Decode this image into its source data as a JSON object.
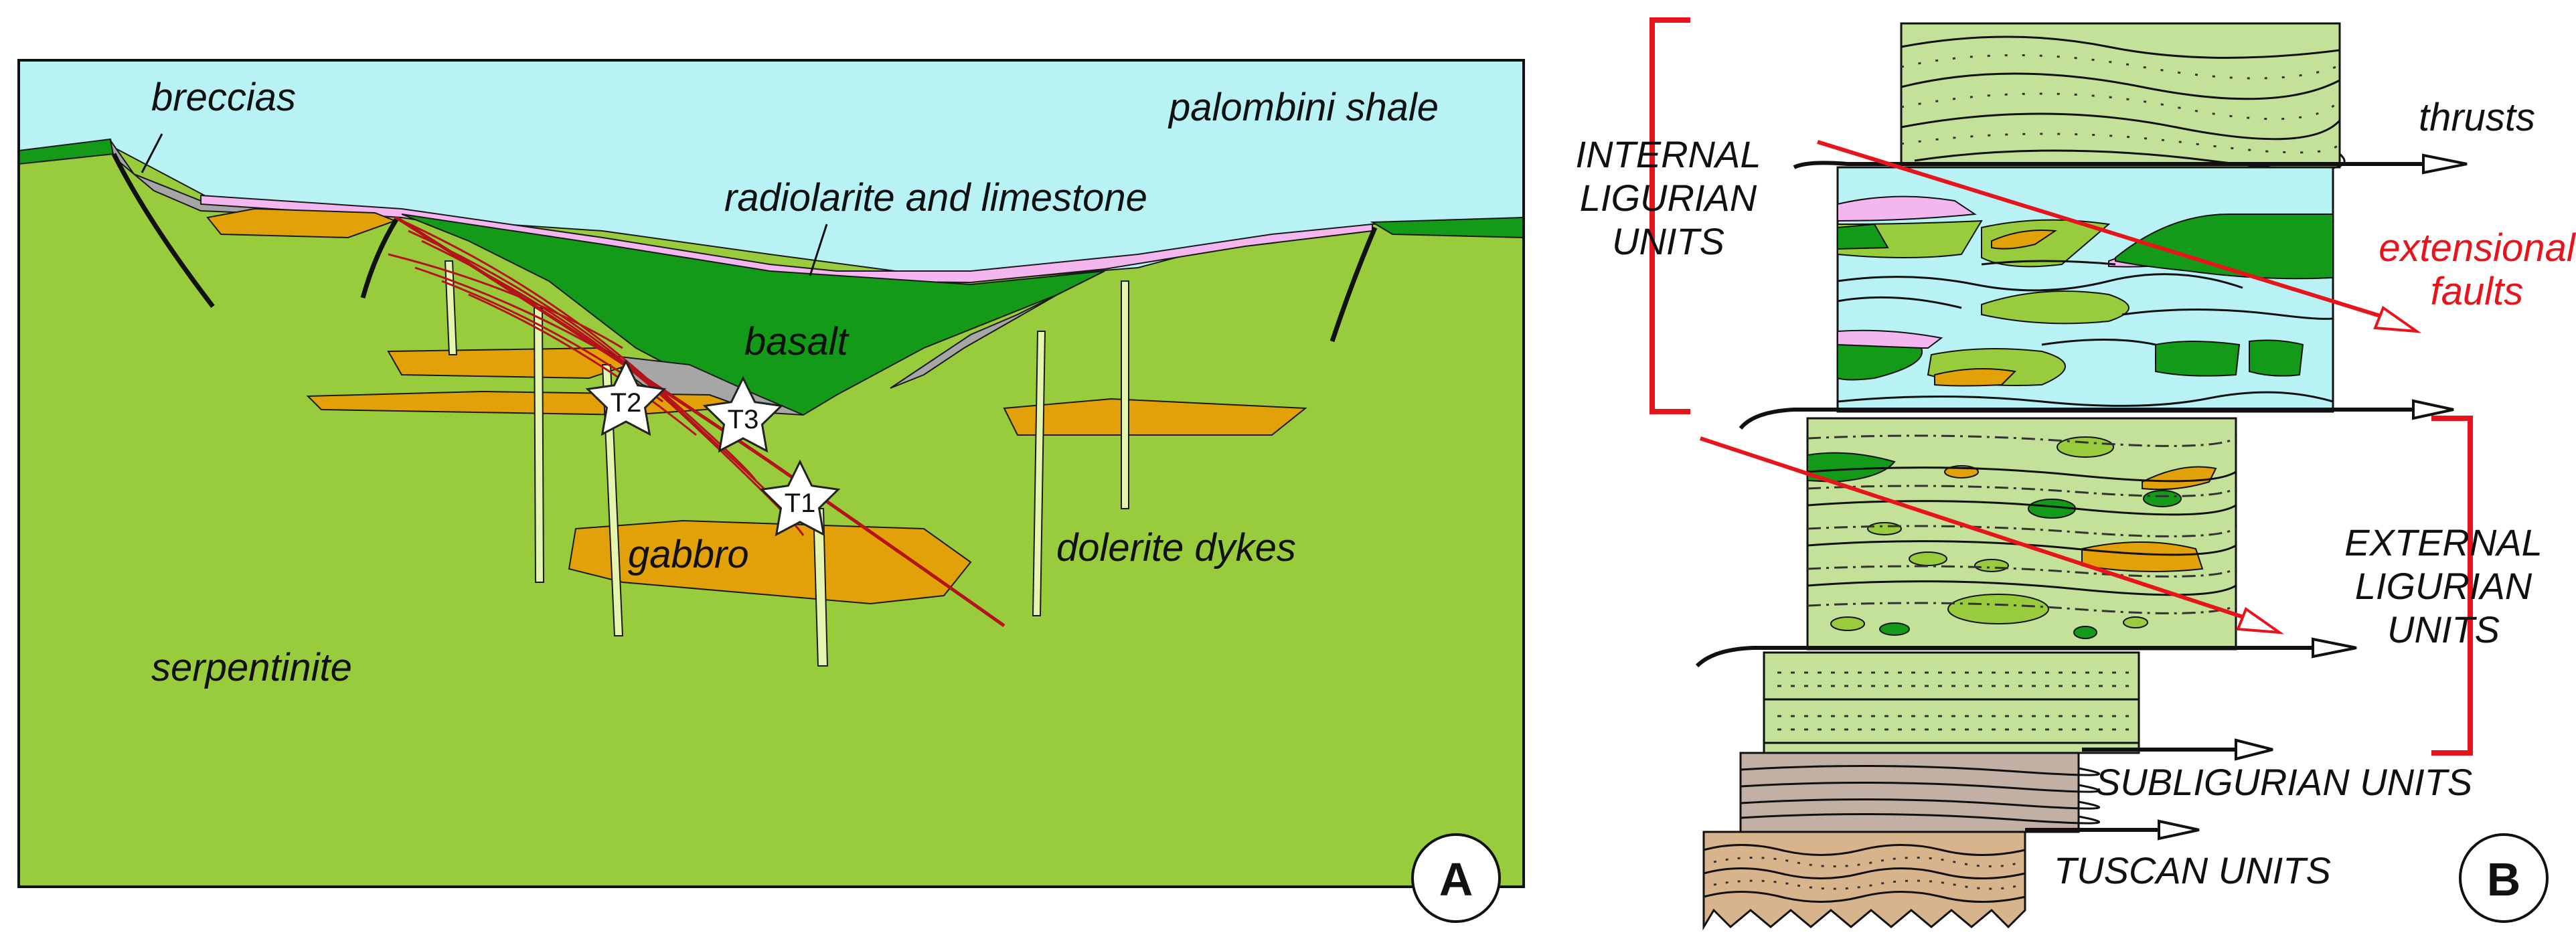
{
  "panelA": {
    "labels": {
      "breccias": "breccias",
      "palombini_shale": "palombini shale",
      "radiolarite": "radiolarite and limestone",
      "basalt": "basalt",
      "gabbro": "gabbro",
      "dolerite_dykes": "dolerite dykes",
      "serpentinite": "serpentinite"
    },
    "stars": [
      "T2",
      "T3",
      "T1"
    ],
    "badge": "A"
  },
  "panelB": {
    "labels": {
      "thrusts": "thrusts",
      "extensional_line1": "extensional",
      "extensional_line2": "faults",
      "internal_line1": "INTERNAL",
      "internal_line2": "LIGURIAN",
      "internal_line3": "UNITS",
      "external_line1": "EXTERNAL",
      "external_line2": "LIGURIAN",
      "external_line3": "UNITS",
      "subligurian": "SUBLIGURIAN UNITS",
      "tuscan": "TUSCAN UNITS"
    },
    "badge": "B"
  },
  "colors": {
    "sky": "#b9f2f5",
    "serpentinite": "#98cc3c",
    "basalt": "#139a18",
    "gabbro": "#e2a009",
    "radiolarite": "#f4b6ef",
    "breccia": "#a6a6a6",
    "dyke": "#e4f5b0",
    "fault_red": "#b5121b",
    "extensional_red": "#e8141b",
    "light_green": "#c4e199",
    "tan": "#d8b48d",
    "taupe": "#c2b0a4"
  }
}
